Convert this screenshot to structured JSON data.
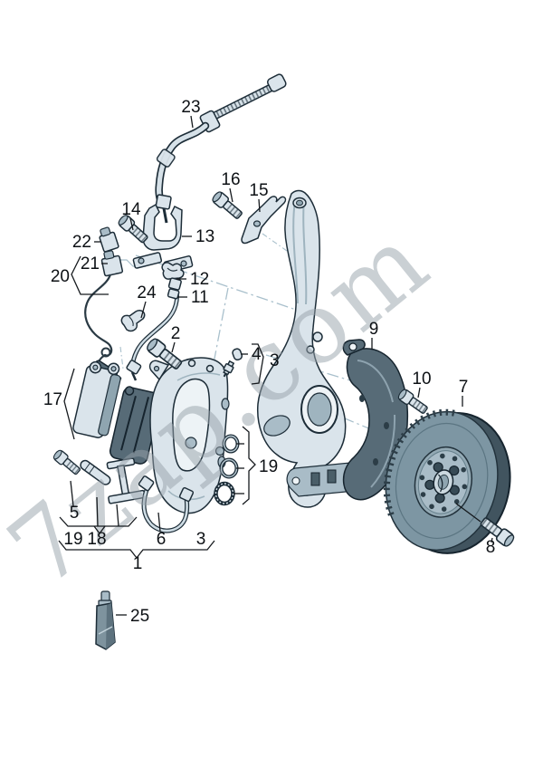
{
  "watermark": {
    "text": "7zap.com"
  },
  "palette": {
    "background": "#ffffff",
    "outline": "#1d2d38",
    "part_light": "#dae4eb",
    "part_mid": "#a9bcc7",
    "part_dark": "#576b77",
    "construction_line": "#a9c0cc",
    "label": "#0d1115",
    "watermark": "#97a2aa"
  },
  "callouts": {
    "n1": "1",
    "n2": "2",
    "n3": "3",
    "n4": "4",
    "n5": "5",
    "n6": "6",
    "n7": "7",
    "n8": "8",
    "n9": "9",
    "n10": "10",
    "n11": "11",
    "n12": "12",
    "n13": "13",
    "n14": "14",
    "n15": "15",
    "n16": "16",
    "n17": "17",
    "n18": "18",
    "n19": "19",
    "n20": "20",
    "n21": "21",
    "n22": "22",
    "n23": "23",
    "n24": "24",
    "n25": "25"
  }
}
